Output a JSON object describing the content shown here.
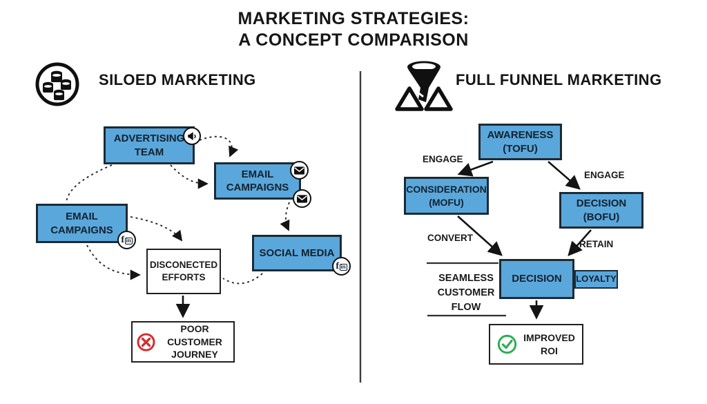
{
  "title": {
    "line1": "MARKETING STRATEGIES:",
    "line2": "A CONCEPT COMPARISON"
  },
  "left_panel": {
    "heading": "SILOED MARKETING",
    "icon": "silos-icon",
    "nodes": {
      "advertising_team": {
        "label": "ADVERTISING\nTEAM",
        "icon": "megaphone-icon"
      },
      "email_campaigns_top": {
        "label": "EMAIL\nCAMPAIGNS",
        "icon": "envelope-icon"
      },
      "email_campaigns_side": {
        "label": "EMAIL\nCAMPAIGNS",
        "icon": "facebook-linkedin-icon"
      },
      "social_media": {
        "label": "SOCIAL MEDIA",
        "icon": "facebook-linkedin-icon"
      },
      "disconnected_efforts": {
        "label": "DISCONECTED\nEFFORTS"
      },
      "poor_customer_journey": {
        "label": "POOR CUSTOMER\nJOURNEY",
        "icon": "error-x-icon"
      }
    }
  },
  "right_panel": {
    "heading": "FULL FUNNEL MARKETING",
    "icon": "funnel-icon",
    "nodes": {
      "awareness": {
        "label": "AWARENESS\n(TOFU)"
      },
      "consideration": {
        "label": "CONSIDERATION\n(MOFU)"
      },
      "decision_bofu": {
        "label": "DECISION\n(BOFU)"
      },
      "decision": {
        "label": "DECISION"
      },
      "loyalty": {
        "label": "LOYALTY"
      },
      "improved_roi": {
        "label": "IMPROVED\nROI",
        "icon": "check-icon"
      }
    },
    "edge_labels": {
      "engage_left": "ENGAGE",
      "engage_right": "ENGAGE",
      "convert": "CONVERT",
      "retain": "RETAIN"
    },
    "flow_note": "SEAMLESS\nCUSTOMER\nFLOW"
  },
  "social_icon_text": {
    "f": "f",
    "in": "in"
  },
  "colors": {
    "node_blue": "#5AA7DC",
    "node_border": "#1C2A33",
    "text_dark": "#14212C",
    "error_red": "#D32F2F",
    "success_green": "#2BAE54",
    "line_black": "#1A1A1A"
  }
}
